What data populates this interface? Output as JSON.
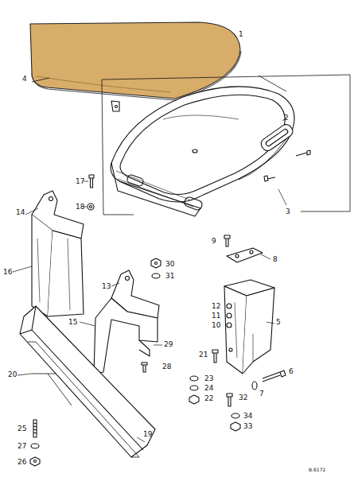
{
  "diagram": {
    "labels": [
      "1",
      "4",
      "2",
      "3",
      "17",
      "18",
      "14",
      "9",
      "8",
      "16",
      "30",
      "31",
      "13",
      "12",
      "11",
      "10",
      "5",
      "15",
      "29",
      "21",
      "6",
      "23",
      "24",
      "22",
      "7",
      "28",
      "32",
      "20",
      "34",
      "33",
      "25",
      "19",
      "27",
      "26",
      "B.6172"
    ]
  }
}
